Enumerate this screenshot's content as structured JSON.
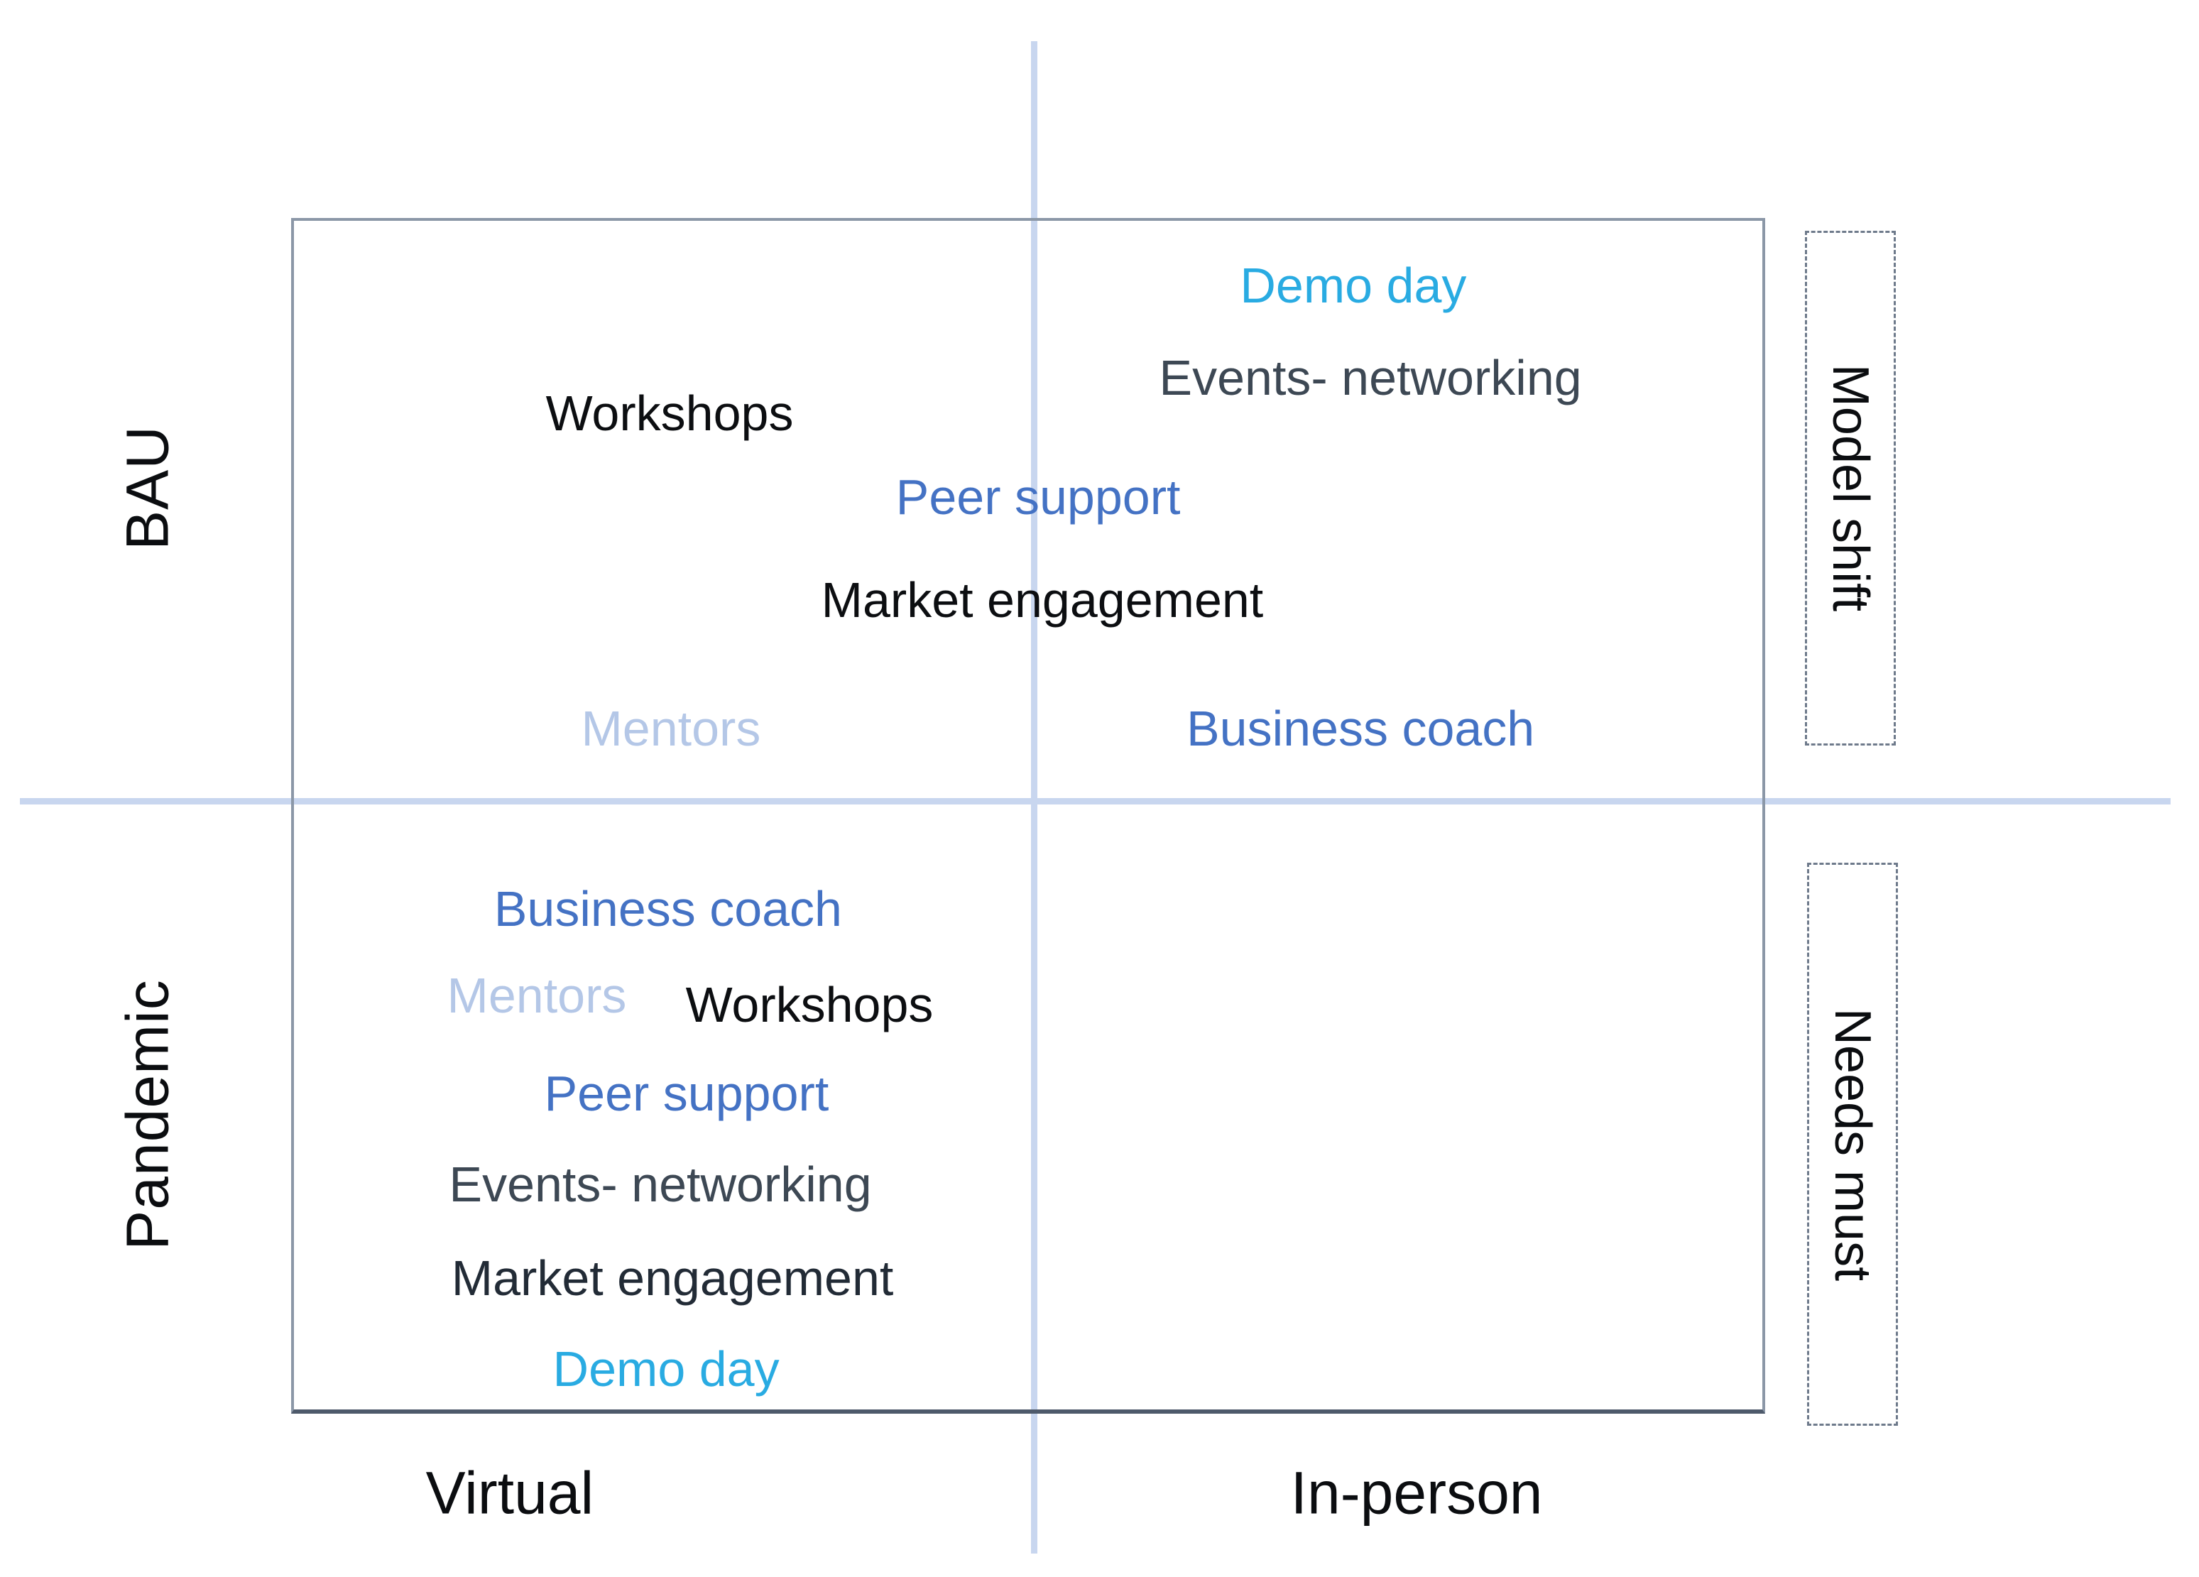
{
  "figure": {
    "type": "2x2-matrix-diagram",
    "y_axis": {
      "top": "BAU",
      "bottom": "Pandemic"
    },
    "x_axis": {
      "left": "Virtual",
      "right": "In-person"
    },
    "side_annotations": [
      {
        "id": "model-shift",
        "label": "Model shift",
        "applies_to_row": "BAU"
      },
      {
        "id": "needs-must",
        "label": "Needs must",
        "applies_to_row": "Pandemic"
      }
    ],
    "palette": {
      "cyan": "#29abe2",
      "blue": "#4472c4",
      "pale_blue": "#b4c7e7",
      "black": "#0c0e11",
      "dark_slate": "#3d4854",
      "near_black": "#222b36"
    },
    "line_colors": {
      "crosshair": "#c8d6ef",
      "frame": "#8b97a7",
      "frame_bottom": "#4e5a6b",
      "dashed_box": "#6e7a8b"
    },
    "items": [
      {
        "label": "Demo day",
        "quadrant": "BAU / In-person",
        "color": "cyan",
        "x_pct": 61.54,
        "y_pct": 18.1
      },
      {
        "label": "Events- networking",
        "quadrant": "BAU / In-person",
        "color": "dark_slate",
        "x_pct": 62.32,
        "y_pct": 23.95
      },
      {
        "label": "Workshops",
        "quadrant": "BAU / Virtual",
        "color": "black",
        "x_pct": 30.45,
        "y_pct": 26.2
      },
      {
        "label": "Peer support",
        "quadrant": "BAU / center",
        "color": "blue",
        "x_pct": 47.21,
        "y_pct": 31.52
      },
      {
        "label": "Market engagement",
        "quadrant": "BAU / center",
        "color": "black",
        "x_pct": 47.4,
        "y_pct": 38.05
      },
      {
        "label": "Mentors",
        "quadrant": "BAU / Virtual",
        "color": "pale_blue",
        "x_pct": 30.51,
        "y_pct": 46.2
      },
      {
        "label": "Business coach",
        "quadrant": "BAU / In-person",
        "color": "blue",
        "x_pct": 61.87,
        "y_pct": 46.2
      },
      {
        "label": "Business coach",
        "quadrant": "Pandemic / Virtual",
        "color": "blue",
        "x_pct": 30.38,
        "y_pct": 57.63
      },
      {
        "label": "Mentors",
        "quadrant": "Pandemic / Virtual",
        "color": "pale_blue",
        "x_pct": 24.41,
        "y_pct": 63.12
      },
      {
        "label": "Workshops",
        "quadrant": "Pandemic / Virtual",
        "color": "black",
        "x_pct": 36.81,
        "y_pct": 63.71
      },
      {
        "label": "Peer support",
        "quadrant": "Pandemic / Virtual",
        "color": "blue",
        "x_pct": 31.22,
        "y_pct": 69.34
      },
      {
        "label": "Events- networking",
        "quadrant": "Pandemic / Virtual",
        "color": "dark_slate",
        "x_pct": 30.03,
        "y_pct": 75.1
      },
      {
        "label": "Market engagement",
        "quadrant": "Pandemic / Virtual",
        "color": "near_black",
        "x_pct": 30.58,
        "y_pct": 81.04
      },
      {
        "label": "Demo day",
        "quadrant": "Pandemic / Virtual",
        "color": "cyan",
        "x_pct": 30.29,
        "y_pct": 86.81
      }
    ]
  }
}
